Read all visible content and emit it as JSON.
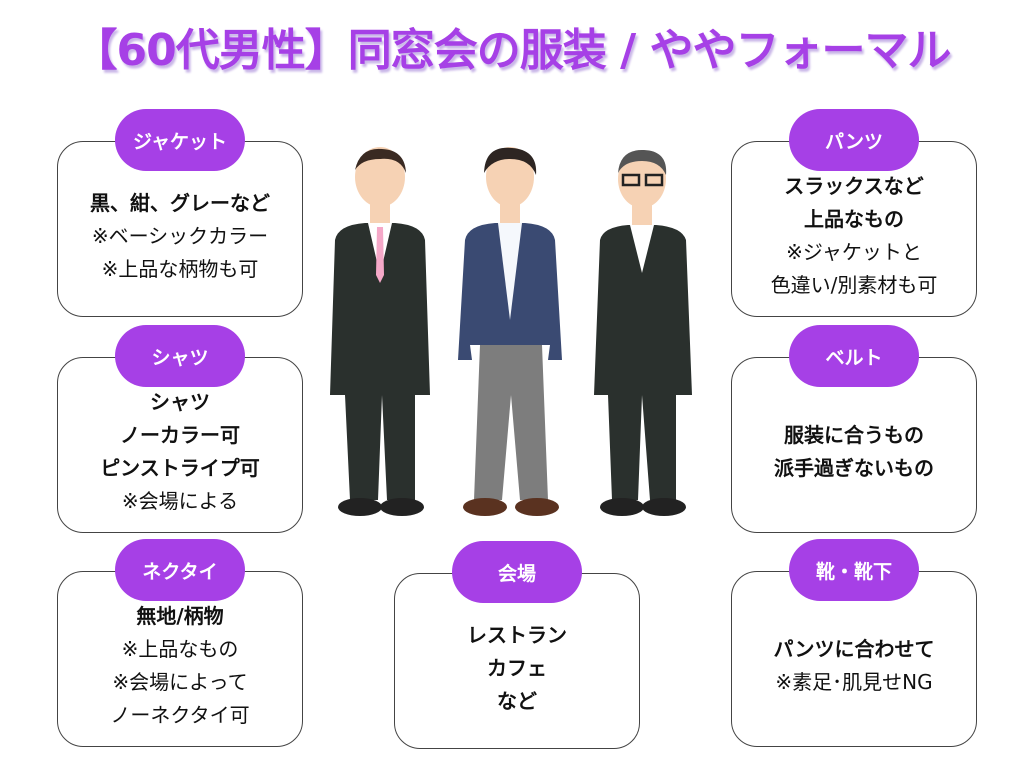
{
  "title": "【60代男性】同窓会の服装 / ややフォーマル",
  "accent": "#a640e6",
  "boxes": [
    {
      "id": "jacket",
      "label": "ジャケット",
      "lines": [
        {
          "text": "黒、紺、グレーなど",
          "bold": true
        },
        {
          "text": "※ベーシックカラー",
          "bold": false
        },
        {
          "text": "※上品な柄物も可",
          "bold": false
        }
      ]
    },
    {
      "id": "shirt",
      "label": "シャツ",
      "lines": [
        {
          "text": "シャツ",
          "bold": true
        },
        {
          "text": "ノーカラー可",
          "bold": true
        },
        {
          "text": "ピンストライプ可",
          "bold": true
        },
        {
          "text": "※会場による",
          "bold": false
        }
      ]
    },
    {
      "id": "necktie",
      "label": "ネクタイ",
      "lines": [
        {
          "text": "無地/柄物",
          "bold": true
        },
        {
          "text": "※上品なもの",
          "bold": false
        },
        {
          "text": "※会場によって",
          "bold": false
        },
        {
          "text": "ノーネクタイ可",
          "bold": false
        }
      ]
    },
    {
      "id": "pants",
      "label": "パンツ",
      "lines": [
        {
          "text": "スラックスなど",
          "bold": true
        },
        {
          "text": "上品なもの",
          "bold": true
        },
        {
          "text": "※ジャケットと",
          "bold": false
        },
        {
          "text": "色違い/別素材も可",
          "bold": false
        }
      ]
    },
    {
      "id": "belt",
      "label": "ベルト",
      "lines": [
        {
          "text": "服装に合うもの",
          "bold": true
        },
        {
          "text": "派手過ぎないもの",
          "bold": true
        }
      ]
    },
    {
      "id": "shoes",
      "label": "靴・靴下",
      "lines": [
        {
          "text": "パンツに合わせて",
          "bold": true
        },
        {
          "text": "※素足･肌見せNG",
          "bold": false
        }
      ]
    },
    {
      "id": "venue",
      "label": "会場",
      "lines": [
        {
          "text": "レストラン",
          "bold": true
        },
        {
          "text": "カフェ",
          "bold": true
        },
        {
          "text": "など",
          "bold": true
        }
      ]
    }
  ]
}
